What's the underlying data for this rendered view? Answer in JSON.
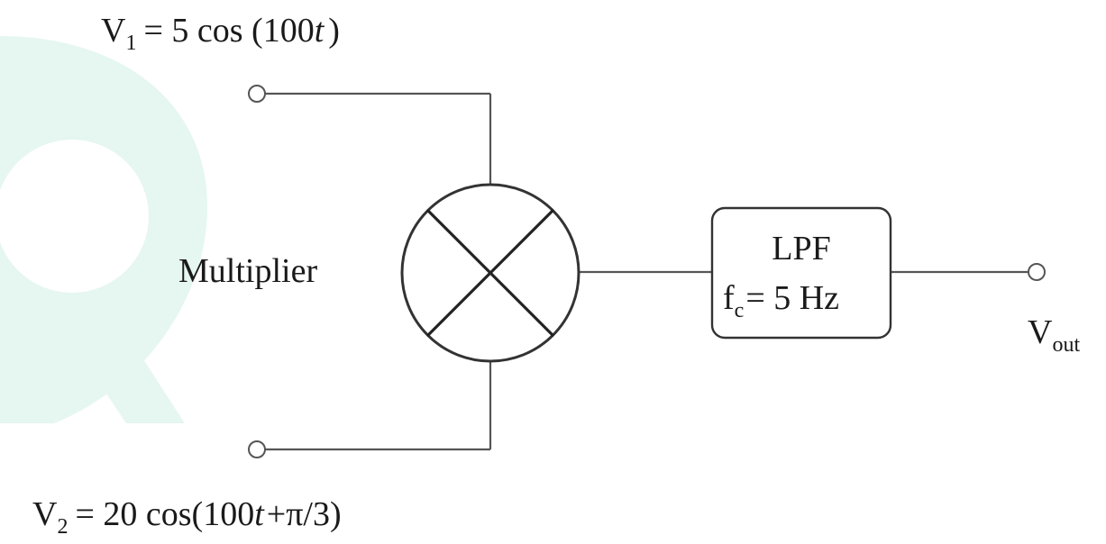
{
  "input1": {
    "label": "V",
    "subscript": "1",
    "expr_prefix": "= 5 cos (100",
    "expr_var": "t",
    "expr_suffix": ")"
  },
  "input2": {
    "label": "V",
    "subscript": "2",
    "expr_prefix": "= 20 cos(100",
    "expr_var": "t",
    "expr_mid": "+",
    "expr_pi": "π",
    "expr_suffix": "/3)"
  },
  "multiplier": {
    "label": "Multiplier"
  },
  "lpf": {
    "title": "LPF",
    "fc_symbol": "f",
    "fc_subscript": "c",
    "fc_value": "= 5 Hz"
  },
  "output": {
    "label": "V",
    "subscript": "out"
  },
  "colors": {
    "watermark": "#e6f6f1",
    "wire": "#555555",
    "text": "#1a1a1a"
  }
}
